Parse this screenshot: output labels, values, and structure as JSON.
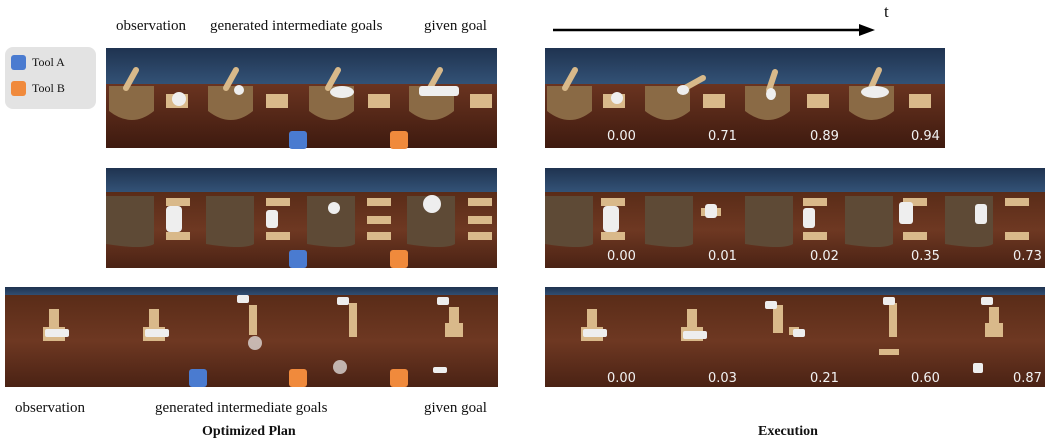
{
  "header": {
    "observation": "observation",
    "intermediate": "generated intermediate goals",
    "given_goal": "given goal",
    "time_axis": "t"
  },
  "legend": [
    {
      "label": "Tool A",
      "color": "#4a7bd0"
    },
    {
      "label": "Tool B",
      "color": "#f08a3c"
    }
  ],
  "rows": [
    {
      "scores": [
        "0.00",
        "0.71",
        "0.89",
        "0.94"
      ]
    },
    {
      "scores": [
        "0.00",
        "0.01",
        "0.02",
        "0.35",
        "0.73"
      ]
    },
    {
      "scores": [
        "0.00",
        "0.03",
        "0.21",
        "0.60",
        "0.87"
      ]
    }
  ],
  "footer": {
    "observation": "observation",
    "intermediate": "generated intermediate goals",
    "given_goal": "given goal",
    "plan_title": "Optimized Plan",
    "exec_title": "Execution"
  },
  "colors": {
    "tool_a": "#4a7bd0",
    "tool_b": "#f08a3c",
    "wall": "#2e4a6a",
    "floor": "#5a2a1a"
  }
}
